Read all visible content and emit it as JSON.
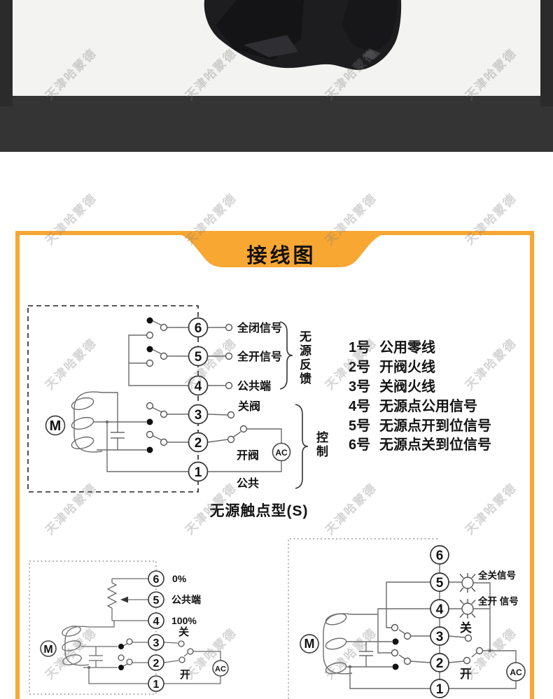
{
  "colors": {
    "accent_orange": "#F8A733",
    "dark_band": "#343434",
    "photo_margin": "#2B2B2B",
    "photo_background": "#F3F3F2",
    "wire_gray": "#6B6B6B"
  },
  "watermark": {
    "text": "天津哈蒙德"
  },
  "banner": {
    "title": "接线图"
  },
  "symbols": {
    "motor": "M",
    "ac": "AC"
  },
  "terminals": [
    "6",
    "5",
    "4",
    "3",
    "2",
    "1"
  ],
  "passive_diagram": {
    "caption": "无源触点型(S)",
    "labels": {
      "full_closed": "全闭信号",
      "full_open": "全开信号",
      "common_fb": "公共端",
      "close_valve": "关阀",
      "open_valve": "开阀",
      "common": "公共"
    },
    "groups": {
      "feedback": "无源反馈",
      "control": "控制"
    }
  },
  "terminal_legend": {
    "items": [
      {
        "num": "1号",
        "label": "公用零线"
      },
      {
        "num": "2号",
        "label": "开阀火线"
      },
      {
        "num": "3号",
        "label": "关阀火线"
      },
      {
        "num": "4号",
        "label": "无源点公用信号"
      },
      {
        "num": "5号",
        "label": "无源点开到位信号"
      },
      {
        "num": "6号",
        "label": "无源点关到位信号"
      }
    ]
  },
  "potentiometer_diagram": {
    "labels": {
      "zero": "0%",
      "common": "公共端",
      "hundred": "100%",
      "close": "关",
      "open": "开"
    }
  },
  "lamp_diagram": {
    "labels": {
      "full_close_signal": "全关信号",
      "full_open_signal": "全开 信号",
      "close": "关",
      "open": "开"
    }
  }
}
